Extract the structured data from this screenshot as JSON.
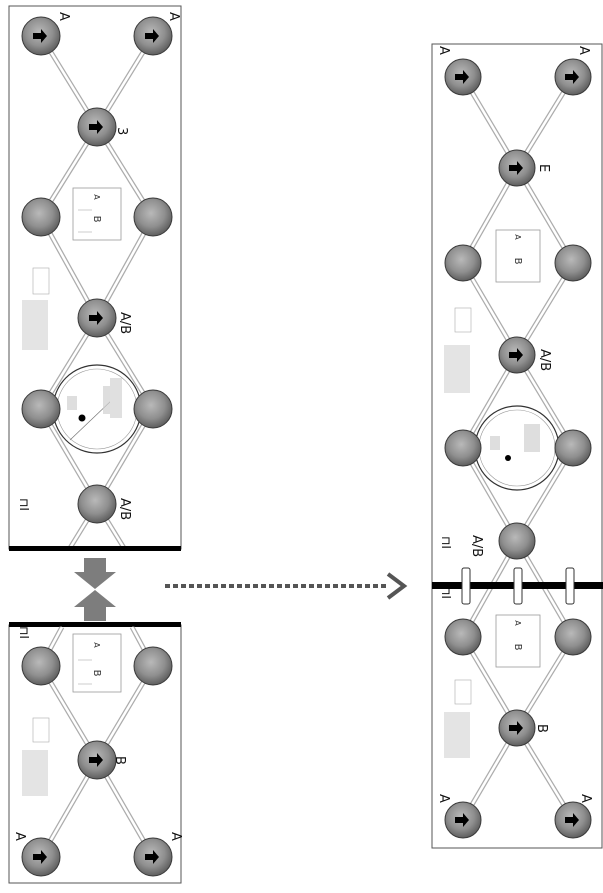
{
  "figure": {
    "left_template": {
      "labels": {
        "top_left_letter": "A",
        "top_right_letter": "A",
        "node_top_center": "3",
        "node_mid_center": "A/B",
        "node_low_center": "A/B",
        "corner_glyph": "⊓I"
      },
      "box_labels": [
        "A",
        "B"
      ]
    },
    "bottom_template": {
      "labels": {
        "center_letter": "B",
        "bottom_left_letter": "A",
        "bottom_right_letter": "A",
        "corner_glyph": "⊓I"
      },
      "box_labels": [
        "A",
        "B"
      ]
    },
    "assembled_template": {
      "labels": {
        "top_left_letter": "A",
        "top_right_letter": "A",
        "node_top_center": "E",
        "node_mid_center": "A/B",
        "node_low_center": "A/B",
        "center_letter_bottom": "B",
        "bottom_left_letter": "A",
        "bottom_right_letter": "A",
        "corner_glyph_upper": "⊓I",
        "corner_glyph_lower": "⊓I"
      },
      "box_labels": [
        "A",
        "B",
        "A",
        "B"
      ]
    },
    "colors": {
      "node_fill": "#8f8f8f",
      "node_stroke": "#3a3a3a",
      "bar": "#000000",
      "arrow_gray": "#7d7d7d",
      "dotted_arrow": "#555555"
    },
    "icons": [
      "join-arrow-down-icon",
      "join-arrow-up-icon",
      "dotted-right-arrow-icon"
    ]
  }
}
